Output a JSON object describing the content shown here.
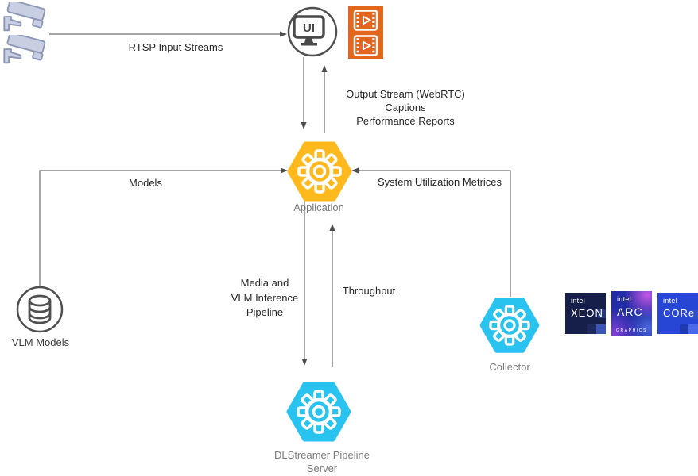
{
  "colors": {
    "accent_yellow": "#FFB91D",
    "accent_cyan": "#29C3F0",
    "accent_orange": "#E2661C",
    "connector_line": "#4D4D4D",
    "camera_fill": "#C9CFE3",
    "camera_stroke": "#8D97B6",
    "icon_stroke": "#4F4F4F",
    "caption_gray": "#7B7B7B",
    "text_dark": "#262626"
  },
  "nodes": {
    "cameras": {
      "icon": "cctv-camera-icon",
      "count": 2
    },
    "ui": {
      "label": "UI",
      "icon": "monitor-ui-icon"
    },
    "media_clips": {
      "icon": "film-play-icon",
      "count": 2
    },
    "application": {
      "label": "Application",
      "icon": "gear-hexagon-icon"
    },
    "vlm_models": {
      "label": "VLM Models",
      "icon": "database-icon"
    },
    "collector": {
      "label": "Collector",
      "icon": "gear-hexagon-icon"
    },
    "dlstreamer": {
      "label_lines": [
        "DLStreamer Pipeline",
        "Server"
      ],
      "icon": "gear-hexagon-icon"
    }
  },
  "edges": {
    "rtsp": {
      "label": "RTSP Input Streams",
      "from": "cameras",
      "to": "ui"
    },
    "ui_feedback": {
      "lines": [
        "Output Stream (WebRTC)",
        "Captions",
        "Performance Reports"
      ],
      "from": "application",
      "to": "ui"
    },
    "models": {
      "label": "Models",
      "from": "vlm_models",
      "to": "application"
    },
    "system_metrics": {
      "label": "System Utilization Metrices",
      "from": "collector",
      "to": "application"
    },
    "media_pipeline": {
      "lines": [
        "Media and",
        "VLM Inference",
        "Pipeline"
      ],
      "from": "application",
      "to": "dlstreamer"
    },
    "throughput": {
      "label": "Throughput",
      "from": "dlstreamer",
      "to": "application"
    }
  },
  "hardware_badges": [
    {
      "brand": "intel",
      "product": "XEON",
      "sub": ""
    },
    {
      "brand": "intel",
      "product": "ARC",
      "sub": "GRAPHICS"
    },
    {
      "brand": "intel",
      "product": "CORe",
      "sub": ""
    }
  ]
}
